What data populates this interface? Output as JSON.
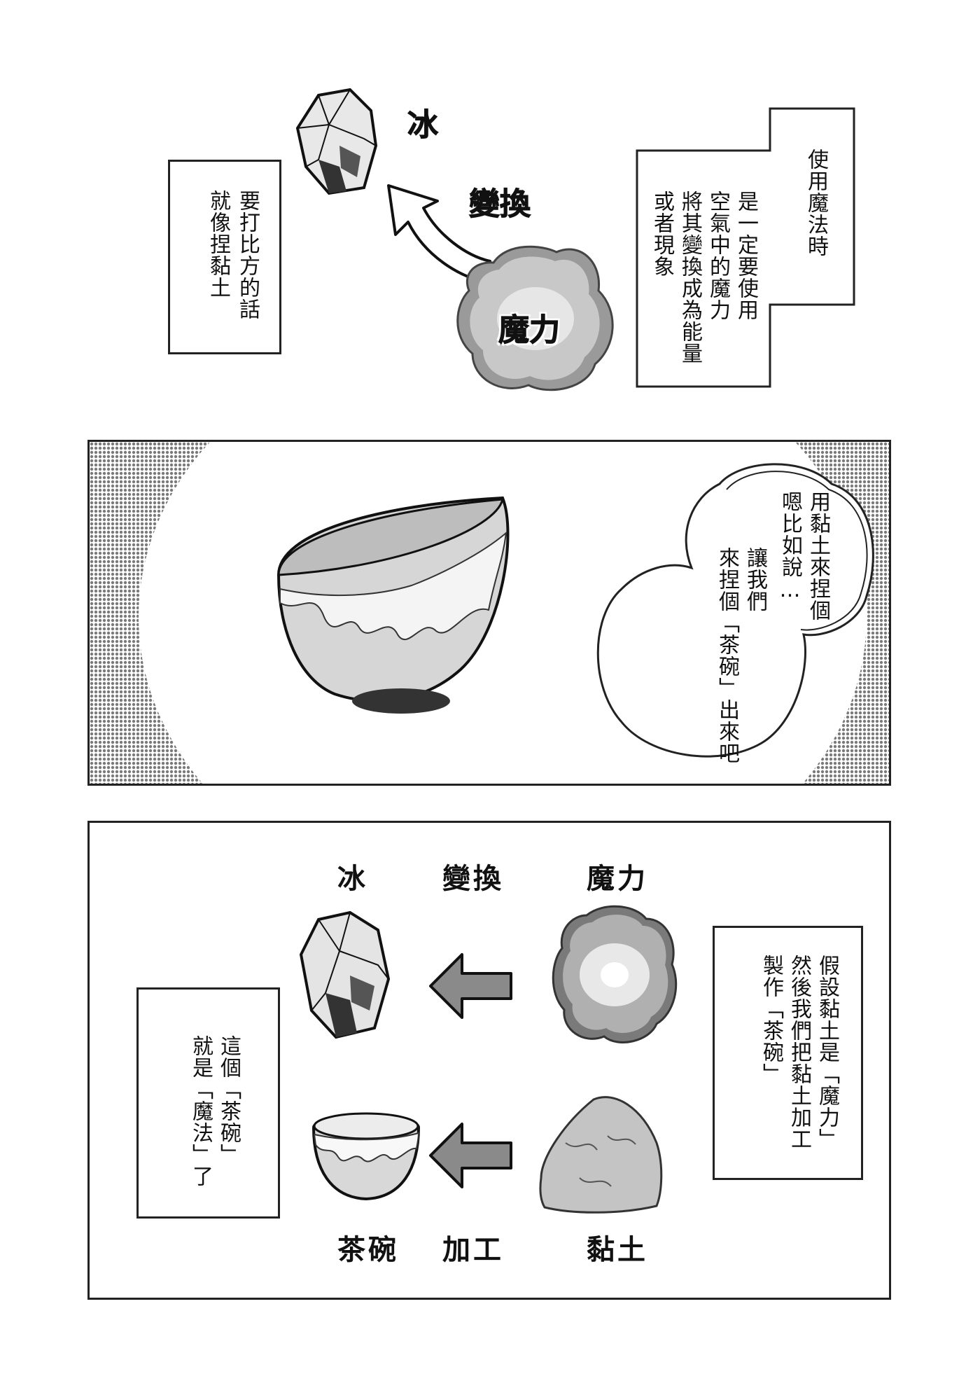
{
  "panel_top": {
    "sfx_ice": "冰",
    "sfx_transform": "變換",
    "sfx_mana": "魔力",
    "box_left": [
      "要打比方的話",
      "就像捏黏土"
    ],
    "box_right": [
      "使用魔法時",
      "是一定要使用",
      "空氣中的魔力",
      "將其變換成為能量",
      "或者現象"
    ]
  },
  "panel_middle": {
    "speech_bubble": [
      "用黏土來捏個",
      "嗯比如說…",
      "讓我們",
      "來捏個「茶碗」出來吧"
    ]
  },
  "panel_bottom": {
    "label_ice": "冰",
    "label_transform": "變換",
    "label_mana": "魔力",
    "label_teabowl": "茶碗",
    "label_process": "加工",
    "label_clay": "黏土",
    "box_right": [
      "假設黏土是「魔力」",
      "然後我們把黏土加工",
      "製作「茶碗」"
    ],
    "box_left": [
      "這個「茶碗」",
      "就是「魔法」了"
    ]
  }
}
